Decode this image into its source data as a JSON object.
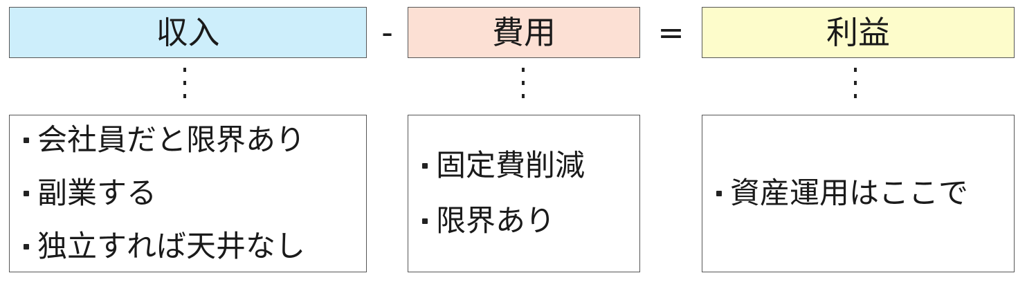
{
  "columns": [
    {
      "header": "収入",
      "items": [
        "会社員だと限界あり",
        "副業する",
        "独立すれば天井なし"
      ],
      "header_color": "#cdeefb"
    },
    {
      "header": "費用",
      "items": [
        "固定費削減",
        "限界あり"
      ],
      "header_color": "#fce0d4"
    },
    {
      "header": "利益",
      "items": [
        "資産運用はここで"
      ],
      "header_color": "#fdfccb"
    }
  ],
  "operators": {
    "minus": "-",
    "equals": "="
  }
}
